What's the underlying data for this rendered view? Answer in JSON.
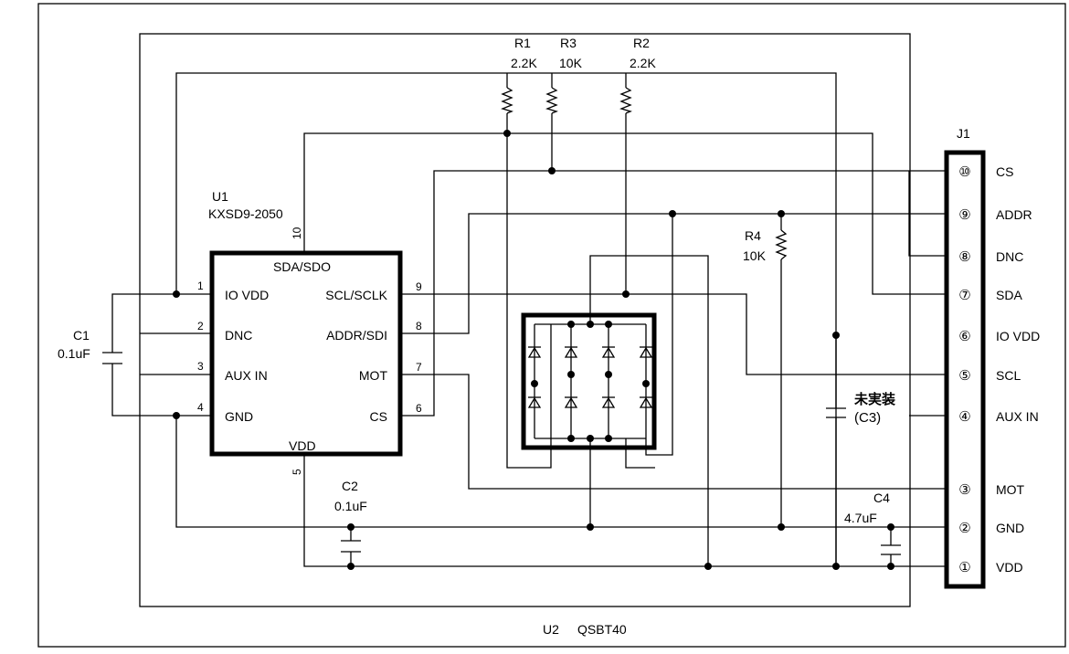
{
  "u1": {
    "ref": "U1",
    "part": "KXSD9-2050",
    "pins": {
      "p1": {
        "num": "1",
        "name": "IO VDD"
      },
      "p2": {
        "num": "2",
        "name": "DNC"
      },
      "p3": {
        "num": "3",
        "name": "AUX IN"
      },
      "p4": {
        "num": "4",
        "name": "GND"
      },
      "p5": {
        "num": "5",
        "name": "VDD"
      },
      "p6": {
        "num": "6",
        "name": "CS"
      },
      "p7": {
        "num": "7",
        "name": "MOT"
      },
      "p8": {
        "num": "8",
        "name": "ADDR/SDI"
      },
      "p9": {
        "num": "9",
        "name": "SCL/SCLK"
      },
      "p10": {
        "num": "10",
        "name": "SDA/SDO"
      }
    }
  },
  "r1": {
    "ref": "R1",
    "value": "2.2K"
  },
  "r2": {
    "ref": "R2",
    "value": "2.2K"
  },
  "r3": {
    "ref": "R3",
    "value": "10K"
  },
  "r4": {
    "ref": "R4",
    "value": "10K"
  },
  "c1": {
    "ref": "C1",
    "value": "0.1uF"
  },
  "c2": {
    "ref": "C2",
    "value": "0.1uF"
  },
  "c3": {
    "note": "未実装",
    "ref": "(C3)"
  },
  "c4": {
    "ref": "C4",
    "value": "4.7uF"
  },
  "j1": {
    "ref": "J1",
    "pins": {
      "p10": {
        "num": "⑩",
        "name": "CS"
      },
      "p9": {
        "num": "⑨",
        "name": "ADDR"
      },
      "p8": {
        "num": "⑧",
        "name": "DNC"
      },
      "p7": {
        "num": "⑦",
        "name": "SDA"
      },
      "p6": {
        "num": "⑥",
        "name": "IO VDD"
      },
      "p5": {
        "num": "⑤",
        "name": "SCL"
      },
      "p4": {
        "num": "④",
        "name": "AUX IN"
      },
      "p3": {
        "num": "③",
        "name": "MOT"
      },
      "p2": {
        "num": "②",
        "name": "GND"
      },
      "p1": {
        "num": "①",
        "name": "VDD"
      }
    }
  },
  "module": {
    "ref": "U2",
    "part": "QSBT40"
  }
}
